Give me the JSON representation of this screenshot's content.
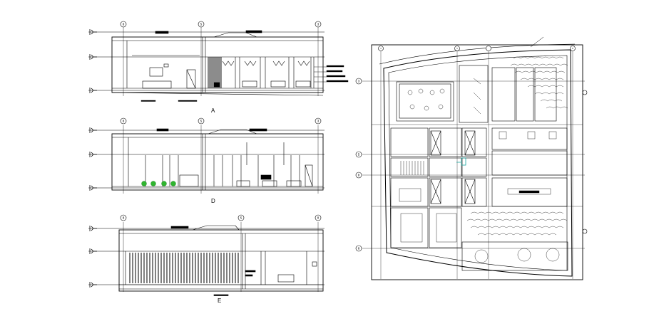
{
  "drawing": {
    "sections": [
      {
        "id": "A",
        "label": "A"
      },
      {
        "id": "D",
        "label": "D"
      },
      {
        "id": "E",
        "label": "E"
      }
    ],
    "section_a_grid": [
      "8",
      "5",
      "3"
    ],
    "section_d_grid": [
      "8",
      "5",
      "3"
    ],
    "section_e_grid": [
      "8",
      "5",
      "8"
    ],
    "plan_grid_top": [
      "3",
      "5",
      "8"
    ],
    "plan_grid_side": [
      "3",
      "5",
      "8",
      "8"
    ],
    "colors": {
      "line": "#000000",
      "accent": "#1aa6a0",
      "plant": "#2fb52f"
    }
  }
}
